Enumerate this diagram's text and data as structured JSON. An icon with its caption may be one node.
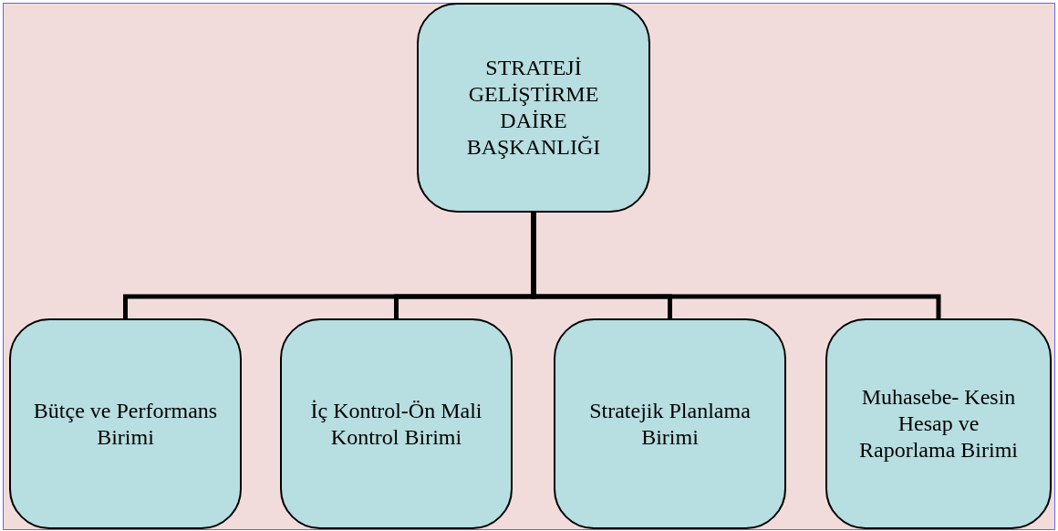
{
  "diagram": {
    "nodes": [
      {
        "text": [
          "STRATEJİ GELİŞTİRME DAİRE BAŞKANLIĞI"
        ]
      },
      {
        "text": [
          "Bütçe ve Performans Birimi"
        ]
      },
      {
        "text": [
          "İç Kontrol-Ön Mali Kontrol Birimi"
        ]
      },
      {
        "text": [
          "Stratejik Planlama Birimi"
        ]
      },
      {
        "text": [
          "Muhasebe- Kesin Hesap ve Raporlama Birimi"
        ]
      }
    ],
    "edges": [
      {
        "from": 0,
        "to": 1,
        "arrow": "none"
      },
      {
        "from": 0,
        "to": 2,
        "arrow": "none"
      },
      {
        "from": 0,
        "to": 3,
        "arrow": "none"
      },
      {
        "from": 0,
        "to": 4,
        "arrow": "none"
      }
    ]
  }
}
